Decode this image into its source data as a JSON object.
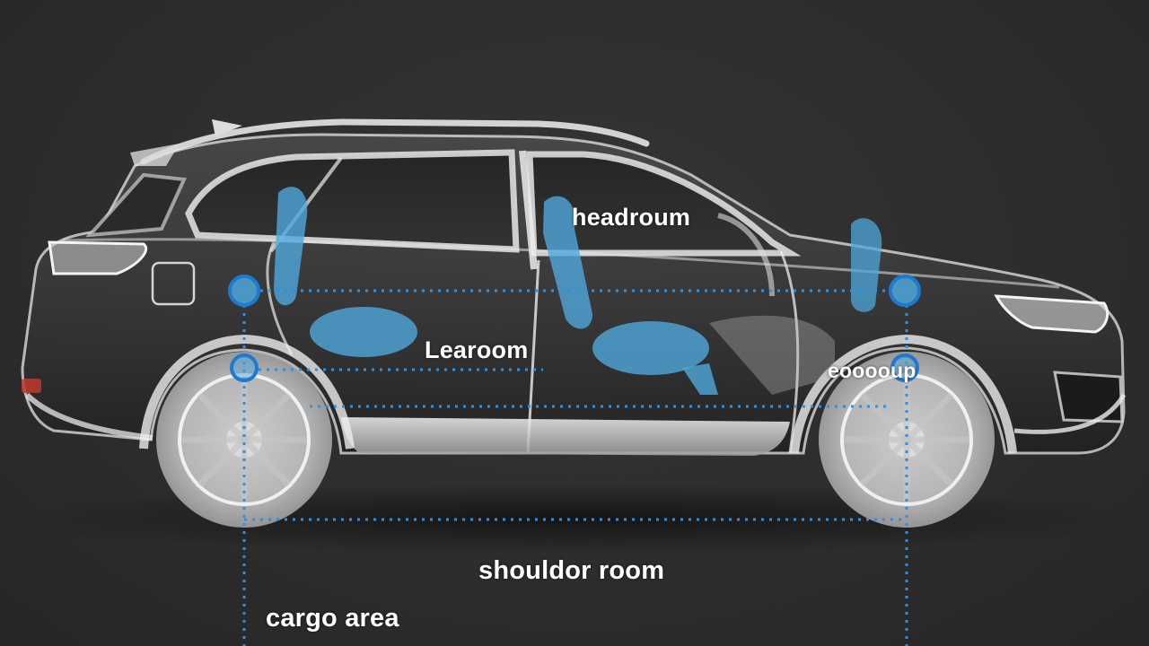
{
  "labels": {
    "headroom": "headroum",
    "legroom": "Learoom",
    "wheel_label": "eooooup",
    "shoulder_room": "shouldor room",
    "cargo_area": "cargo area"
  },
  "colors": {
    "background": "#2e2e2e",
    "measure_line": "#2f8fe0",
    "seat": "#4fa8dc",
    "body_edge": "#e8e8e8"
  }
}
